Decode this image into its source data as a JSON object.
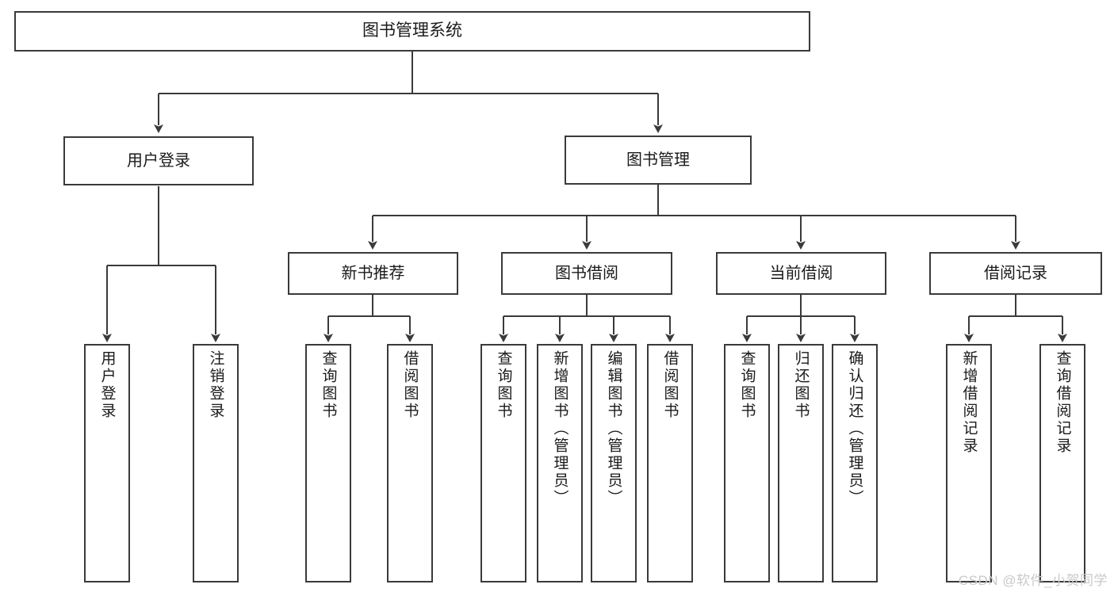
{
  "diagram": {
    "type": "tree-hierarchy",
    "title": "图书管理系统",
    "root": {
      "label": "图书管理系统"
    },
    "level2": [
      {
        "label": "用户登录"
      },
      {
        "label": "图书管理"
      }
    ],
    "level3": [
      {
        "label": "新书推荐"
      },
      {
        "label": "图书借阅"
      },
      {
        "label": "当前借阅"
      },
      {
        "label": "借阅记录"
      }
    ],
    "leaves": {
      "user_login": [
        {
          "label": "用户登录"
        },
        {
          "label": "注销登录"
        }
      ],
      "new_book_recommend": [
        {
          "label": "查询图书"
        },
        {
          "label": "借阅图书"
        }
      ],
      "book_borrow": [
        {
          "label": "查询图书"
        },
        {
          "label": "新增图书（管理员）"
        },
        {
          "label": "编辑图书（管理员）"
        },
        {
          "label": "借阅图书"
        }
      ],
      "current_borrow": [
        {
          "label": "查询图书"
        },
        {
          "label": "归还图书"
        },
        {
          "label": "确认归还（管理员）"
        }
      ],
      "borrow_record": [
        {
          "label": "新增借阅记录"
        },
        {
          "label": "查询借阅记录"
        }
      ]
    }
  },
  "watermark": {
    "text": "CSDN @软件_小贺同学"
  },
  "colors": {
    "stroke": "#3a3a3a",
    "background": "#ffffff",
    "text": "#1a1a1a",
    "watermark": "#c9c9c9"
  }
}
